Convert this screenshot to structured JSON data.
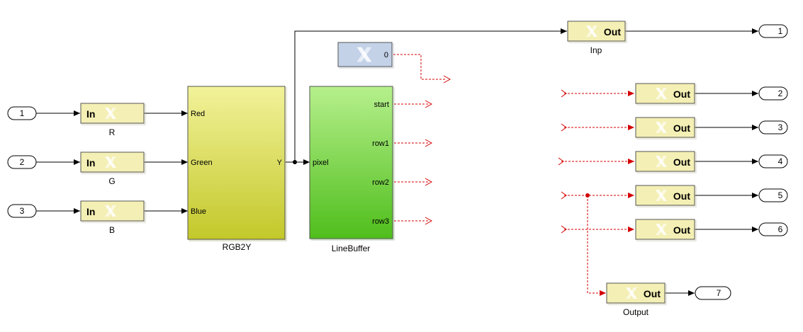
{
  "inports": [
    {
      "number": "1"
    },
    {
      "number": "2"
    },
    {
      "number": "3"
    }
  ],
  "gateway_in": [
    {
      "text": "In",
      "label": "R"
    },
    {
      "text": "In",
      "label": "G"
    },
    {
      "text": "In",
      "label": "B"
    }
  ],
  "rgb2y": {
    "label": "RGB2Y",
    "inputs": [
      "Red",
      "Green",
      "Blue"
    ],
    "output": "Y"
  },
  "linebuffer": {
    "label": "LineBuffer",
    "input": "pixel",
    "outputs": [
      "start",
      "row1",
      "row2",
      "row3"
    ]
  },
  "constant": {
    "value": "0"
  },
  "gateway_out": [
    {
      "text": "Out",
      "label": "Inp"
    },
    {
      "text": "Out",
      "label": ""
    },
    {
      "text": "Out",
      "label": ""
    },
    {
      "text": "Out",
      "label": ""
    },
    {
      "text": "Out",
      "label": ""
    },
    {
      "text": "Out",
      "label": ""
    },
    {
      "text": "Out",
      "label": "Output"
    }
  ],
  "outports": [
    {
      "number": "1"
    },
    {
      "number": "2"
    },
    {
      "number": "3"
    },
    {
      "number": "4"
    },
    {
      "number": "5"
    },
    {
      "number": "6"
    },
    {
      "number": "7"
    }
  ],
  "colors": {
    "gateway_fill": "#f4efb4",
    "gateway_border": "#555555",
    "rgb2y_top": "#f2f29a",
    "rgb2y_bottom": "#c3c82a",
    "linebuffer_top": "#b6f08c",
    "linebuffer_bottom": "#4fbe1c",
    "constant_fill": "#c4d2e8",
    "unconnected_line": "#d40000",
    "signal_line": "#000000"
  }
}
